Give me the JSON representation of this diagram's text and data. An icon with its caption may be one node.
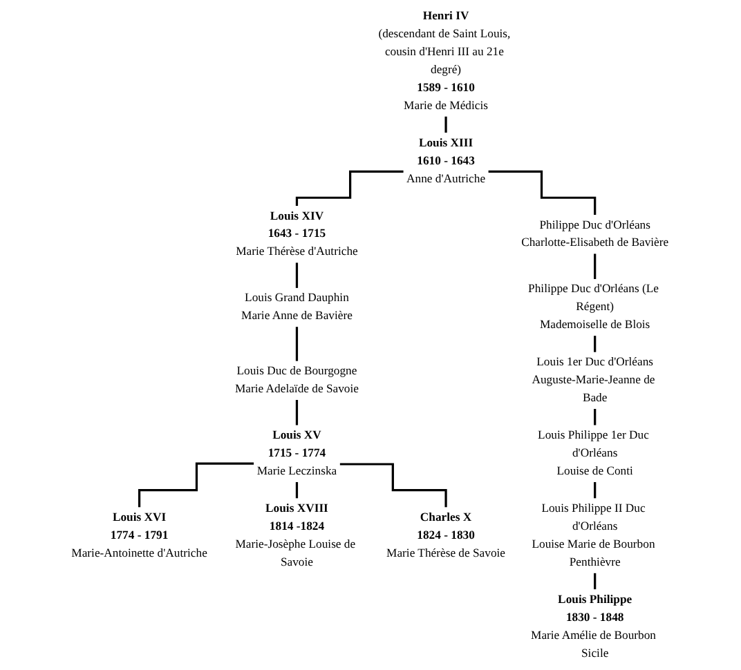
{
  "diagram": {
    "nodes": [
      {
        "text": [
          "Henri IV",
          "(descendant de Saint Louis, cousin d'Henri III au 21e degré)",
          "1589 - 1610",
          "Marie de Médicis"
        ]
      },
      {
        "text": [
          "Louis XIII",
          "1610 - 1643",
          "Anne d'Autriche"
        ]
      },
      {
        "text": [
          "Louis XIV",
          "1643 - 1715",
          "Marie Thérèse d'Autriche"
        ]
      },
      {
        "text": [
          "Louis Grand Dauphin",
          "Marie Anne de Bavière"
        ]
      },
      {
        "text": [
          "Louis Duc de Bourgogne",
          "Marie Adelaïde de Savoie"
        ]
      },
      {
        "text": [
          "Louis XV",
          "1715 - 1774",
          "Marie Leczinska"
        ]
      },
      {
        "text": [
          "Louis XVI",
          "1774 - 1791",
          "Marie-Antoinette d'Autriche"
        ]
      },
      {
        "text": [
          "Louis XVIII",
          "1814 -1824",
          "Marie-Josèphe Louise de Savoie"
        ]
      },
      {
        "text": [
          "Charles X",
          "1824 - 1830",
          "Marie Thérèse de Savoie"
        ]
      },
      {
        "text": [
          "Philippe Duc d'Orléans",
          "Charlotte-Elisabeth de Bavière"
        ]
      },
      {
        "text": [
          "Philippe Duc d'Orléans (Le Régent)",
          "Mademoiselle de Blois"
        ]
      },
      {
        "text": [
          "Louis 1er Duc d'Orléans",
          "Auguste-Marie-Jeanne de Bade"
        ]
      },
      {
        "text": [
          "Louis Philippe 1er Duc d'Orléans",
          "Louise de Conti"
        ]
      },
      {
        "text": [
          "Louis Philippe II Duc d'Orléans",
          "Louise Marie de Bourbon Penthièvre"
        ]
      },
      {
        "text": [
          "Louis Philippe",
          "1830 - 1848",
          "Marie Amélie de Bourbon Sicile"
        ]
      }
    ],
    "edges": [
      {
        "from": 0,
        "to": 1,
        "arrow": "none"
      },
      {
        "from": 1,
        "to": 2,
        "arrow": "none"
      },
      {
        "from": 1,
        "to": 9,
        "arrow": "none"
      },
      {
        "from": 2,
        "to": 3,
        "arrow": "none"
      },
      {
        "from": 3,
        "to": 4,
        "arrow": "none"
      },
      {
        "from": 4,
        "to": 5,
        "arrow": "none"
      },
      {
        "from": 5,
        "to": 6,
        "arrow": "none"
      },
      {
        "from": 5,
        "to": 7,
        "arrow": "none"
      },
      {
        "from": 5,
        "to": 8,
        "arrow": "none"
      },
      {
        "from": 9,
        "to": 10,
        "arrow": "none"
      },
      {
        "from": 10,
        "to": 11,
        "arrow": "none"
      },
      {
        "from": 11,
        "to": 12,
        "arrow": "none"
      },
      {
        "from": 12,
        "to": 13,
        "arrow": "none"
      },
      {
        "from": 13,
        "to": 14,
        "arrow": "none"
      }
    ]
  }
}
